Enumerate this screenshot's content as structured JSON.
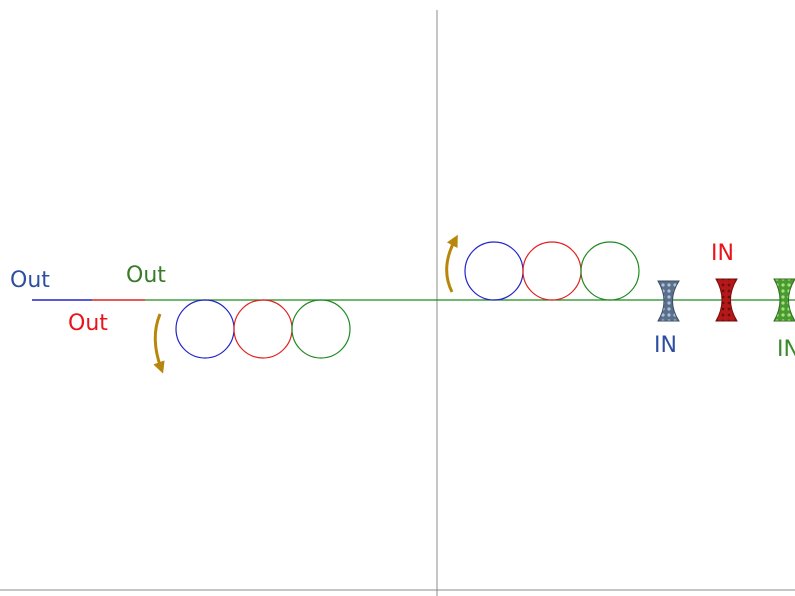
{
  "colors": {
    "blue": "#2e4fa0",
    "red": "#e8141b",
    "green": "#3a8a2a",
    "line_blue": "#2323c8",
    "line_red": "#e02020",
    "line_green": "#1d8a1d",
    "arrow": "#b8860b",
    "axis": "#8c8c8c"
  },
  "labels": {
    "out_blue": "Out",
    "out_green": "Out",
    "out_red": "Out",
    "in_red": "IN",
    "in_blue": "IN",
    "in_green": "IN"
  },
  "icons": {
    "left_arrow": "curved-arrow-down",
    "right_arrow": "curved-arrow-up",
    "cutter_blue": "blue-cutter-icon",
    "cutter_red": "red-cutter-icon",
    "cutter_green": "green-cutter-icon"
  }
}
